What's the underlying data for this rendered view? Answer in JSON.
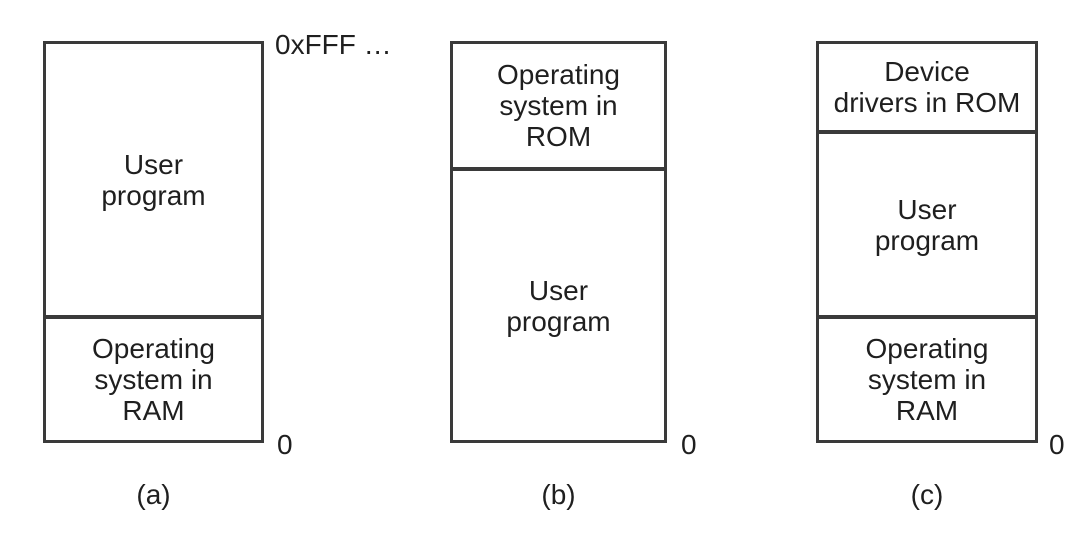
{
  "figure": {
    "panels": [
      {
        "id": "a",
        "caption": "(a)",
        "address_top": "0xFFF …",
        "address_bottom": "0",
        "regions": [
          "User\nprogram",
          "Operating\nsystem in\nRAM"
        ]
      },
      {
        "id": "b",
        "caption": "(b)",
        "address_bottom": "0",
        "regions": [
          "Operating\nsystem in\nROM",
          "User\nprogram"
        ]
      },
      {
        "id": "c",
        "caption": "(c)",
        "address_bottom": "0",
        "regions": [
          "Device\ndrivers in ROM",
          "User\nprogram",
          "Operating\nsystem in\nRAM"
        ]
      }
    ]
  }
}
